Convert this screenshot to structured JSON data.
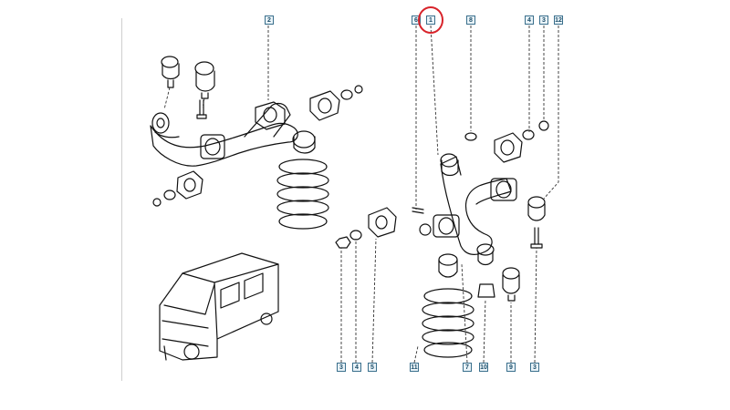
{
  "callouts": {
    "top_left": [
      "2"
    ],
    "top_right": [
      "6",
      "1",
      "8",
      "4",
      "3",
      "12"
    ],
    "bottom": [
      "3",
      "4",
      "5",
      "11",
      "7",
      "10",
      "9",
      "3"
    ]
  },
  "highlight_color": "#d8232a",
  "label_color": "#1d4e6a"
}
